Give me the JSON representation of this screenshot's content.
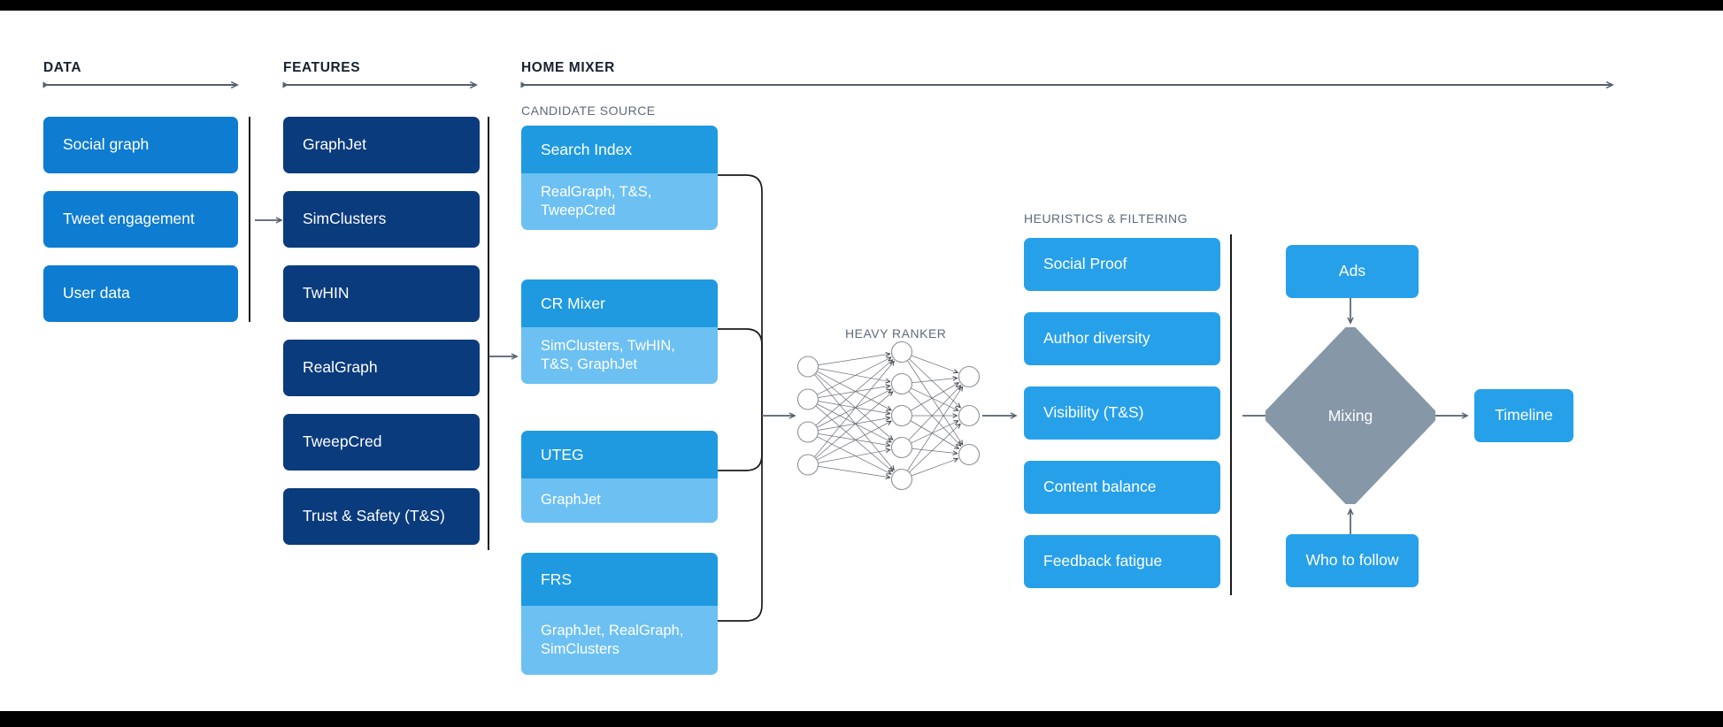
{
  "page": {
    "background": "#ffffff",
    "letterbox_color": "#000000"
  },
  "colors": {
    "data_box": "#0e7cd0",
    "feature_box": "#0a3b7d",
    "candidate_header": "#1f9ae0",
    "candidate_body": "#6dc0f2",
    "heuristic_box": "#27a0ea",
    "output_box": "#27a0ea",
    "mixing_diamond": "#8697a8",
    "rule": "#1a1a1a",
    "arrow": "#53606e",
    "header_text": "#16212e",
    "subheader_text": "#5c6b7a"
  },
  "sections": {
    "data": {
      "title": "DATA",
      "items": [
        {
          "label": "Social graph"
        },
        {
          "label": "Tweet engagement"
        },
        {
          "label": "User data"
        }
      ]
    },
    "features": {
      "title": "FEATURES",
      "items": [
        {
          "label": "GraphJet"
        },
        {
          "label": "SimClusters"
        },
        {
          "label": "TwHIN"
        },
        {
          "label": "RealGraph"
        },
        {
          "label": "TweepCred"
        },
        {
          "label": "Trust & Safety (T&S)"
        }
      ]
    },
    "home_mixer": {
      "title": "HOME MIXER",
      "candidate_source": {
        "subtitle": "CANDIDATE SOURCE",
        "items": [
          {
            "name": "Search Index",
            "features": "RealGraph, T&S,\nTweepCred"
          },
          {
            "name": "CR Mixer",
            "features": "SimClusters, TwHIN,\nT&S, GraphJet"
          },
          {
            "name": "UTEG",
            "features": "GraphJet"
          },
          {
            "name": "FRS",
            "features": "GraphJet, RealGraph,\nSimClusters"
          }
        ]
      },
      "heavy_ranker": {
        "title": "HEAVY RANKER",
        "layers": [
          4,
          5,
          3
        ]
      },
      "heuristics": {
        "subtitle": "HEURISTICS & FILTERING",
        "items": [
          {
            "label": "Social Proof"
          },
          {
            "label": "Author diversity"
          },
          {
            "label": "Visibility (T&S)"
          },
          {
            "label": "Content balance"
          },
          {
            "label": "Feedback fatigue"
          }
        ]
      },
      "mixing": {
        "top_input": "Ads",
        "bottom_input": "Who to follow",
        "node": "Mixing",
        "output": "Timeline"
      }
    }
  }
}
